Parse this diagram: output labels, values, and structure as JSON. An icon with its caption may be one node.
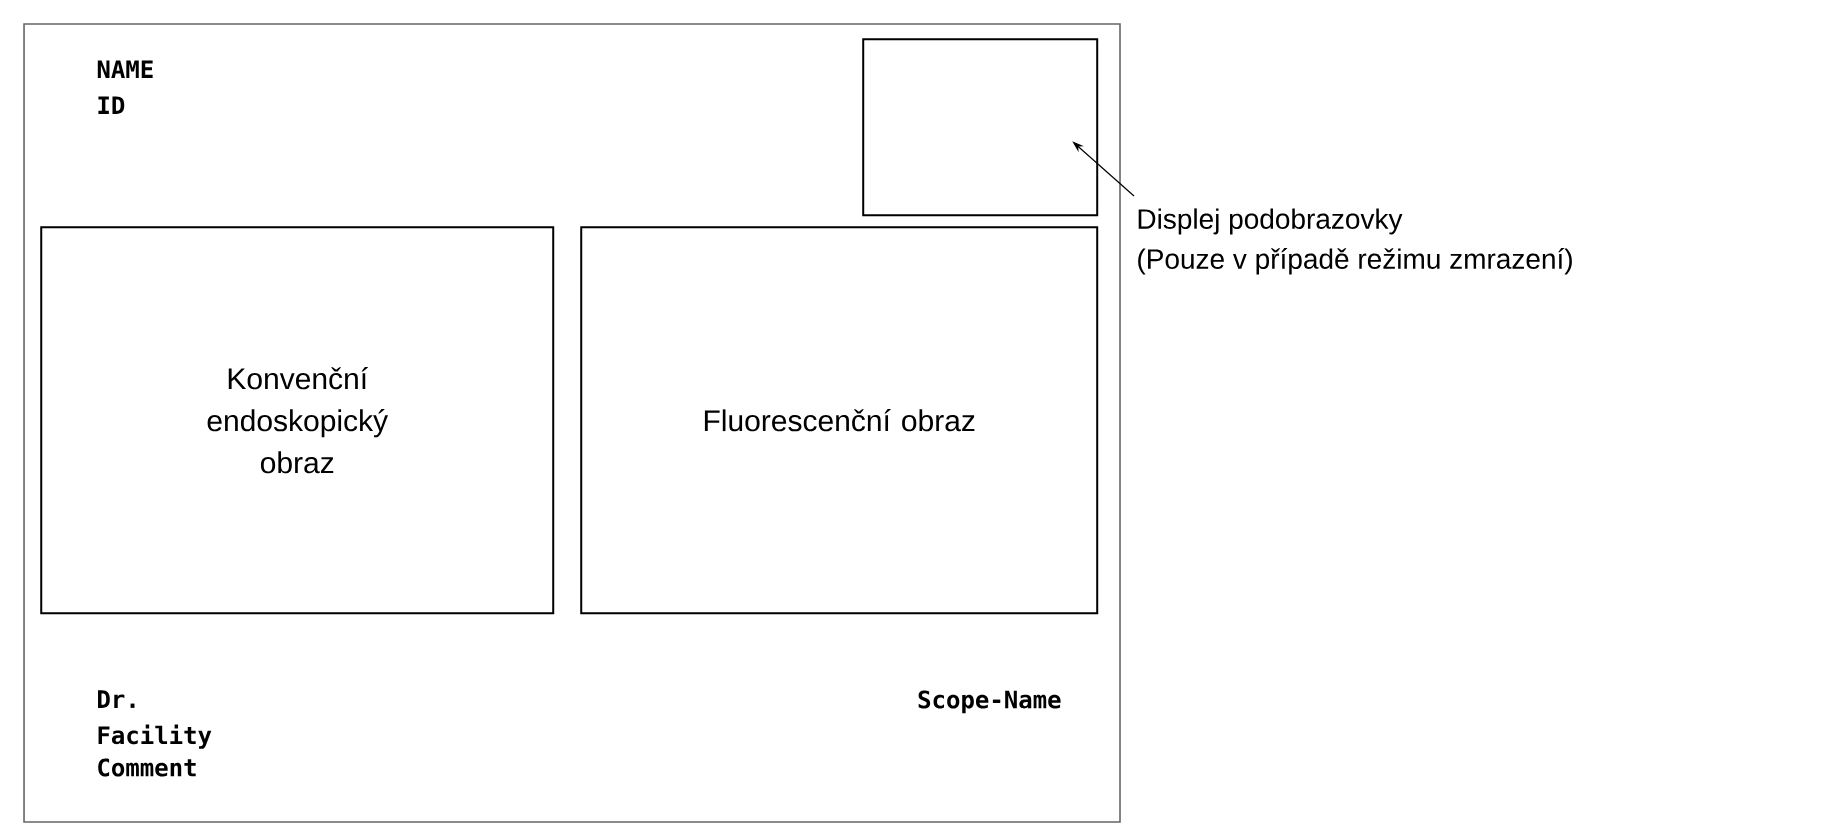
{
  "diagram": {
    "nodes": [
      {
        "text": [],
        "shape": "box"
      },
      {
        "text": [],
        "shape": "box",
        "in": 0
      },
      {
        "text": [
          "Konvenční endoskopický obraz"
        ],
        "in": 0
      },
      {
        "text": [
          "Fluorescenční obraz"
        ],
        "in": 0
      },
      {
        "text": [
          "Displej podobrazovky",
          "(Pouze v případě režimu zmrazení)"
        ]
      }
    ],
    "edges": [
      {
        "from": 4,
        "to": 1,
        "arrow": "to"
      }
    ],
    "labels": [
      "NAME",
      "ID",
      "Scope-Name",
      "Dr.",
      "Facility",
      "Comment"
    ]
  }
}
